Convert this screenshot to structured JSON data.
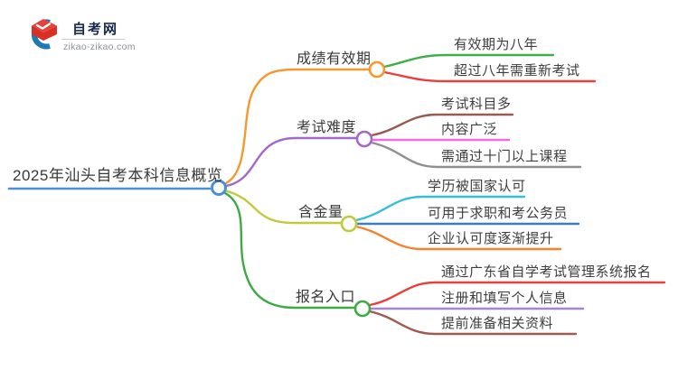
{
  "logo": {
    "title": "自考网",
    "url": "zikao-zikao.com",
    "icon": "graduation-cap-icon",
    "crescent_color": "#1d7ab5",
    "cap_color": "#e8413c"
  },
  "root": {
    "label": "2025年汕头自考本科信息概览",
    "color": "#4a90d9"
  },
  "branches": [
    {
      "label": "成绩有效期",
      "color": "#f5992e",
      "children": [
        {
          "label": "有效期为八年",
          "color": "#3faf4a"
        },
        {
          "label": "超过八年需重新考试",
          "color": "#e8413c"
        }
      ]
    },
    {
      "label": "考试难度",
      "color": "#a169c9",
      "children": [
        {
          "label": "考试科目多",
          "color": "#9b5a50"
        },
        {
          "label": "内容广泛",
          "color": "#f967e2"
        },
        {
          "label": "需通过十门以上课程",
          "color": "#8f8f8f"
        }
      ]
    },
    {
      "label": "含金量",
      "color": "#c3c93b",
      "children": [
        {
          "label": "学历被国家认可",
          "color": "#35bfdf"
        },
        {
          "label": "可用于求职和考公务员",
          "color": "#3a7fc1"
        },
        {
          "label": "企业认可度逐渐提升",
          "color": "#f5822e"
        }
      ]
    },
    {
      "label": "报名入口",
      "color": "#3cab44",
      "children": [
        {
          "label": "通过广东省自学考试管理系统报名",
          "color": "#e8413c"
        },
        {
          "label": "注册和填写个人信息",
          "color": "#a583d6"
        },
        {
          "label": "提前准备相关资料",
          "color": "#a05a50"
        }
      ]
    }
  ]
}
